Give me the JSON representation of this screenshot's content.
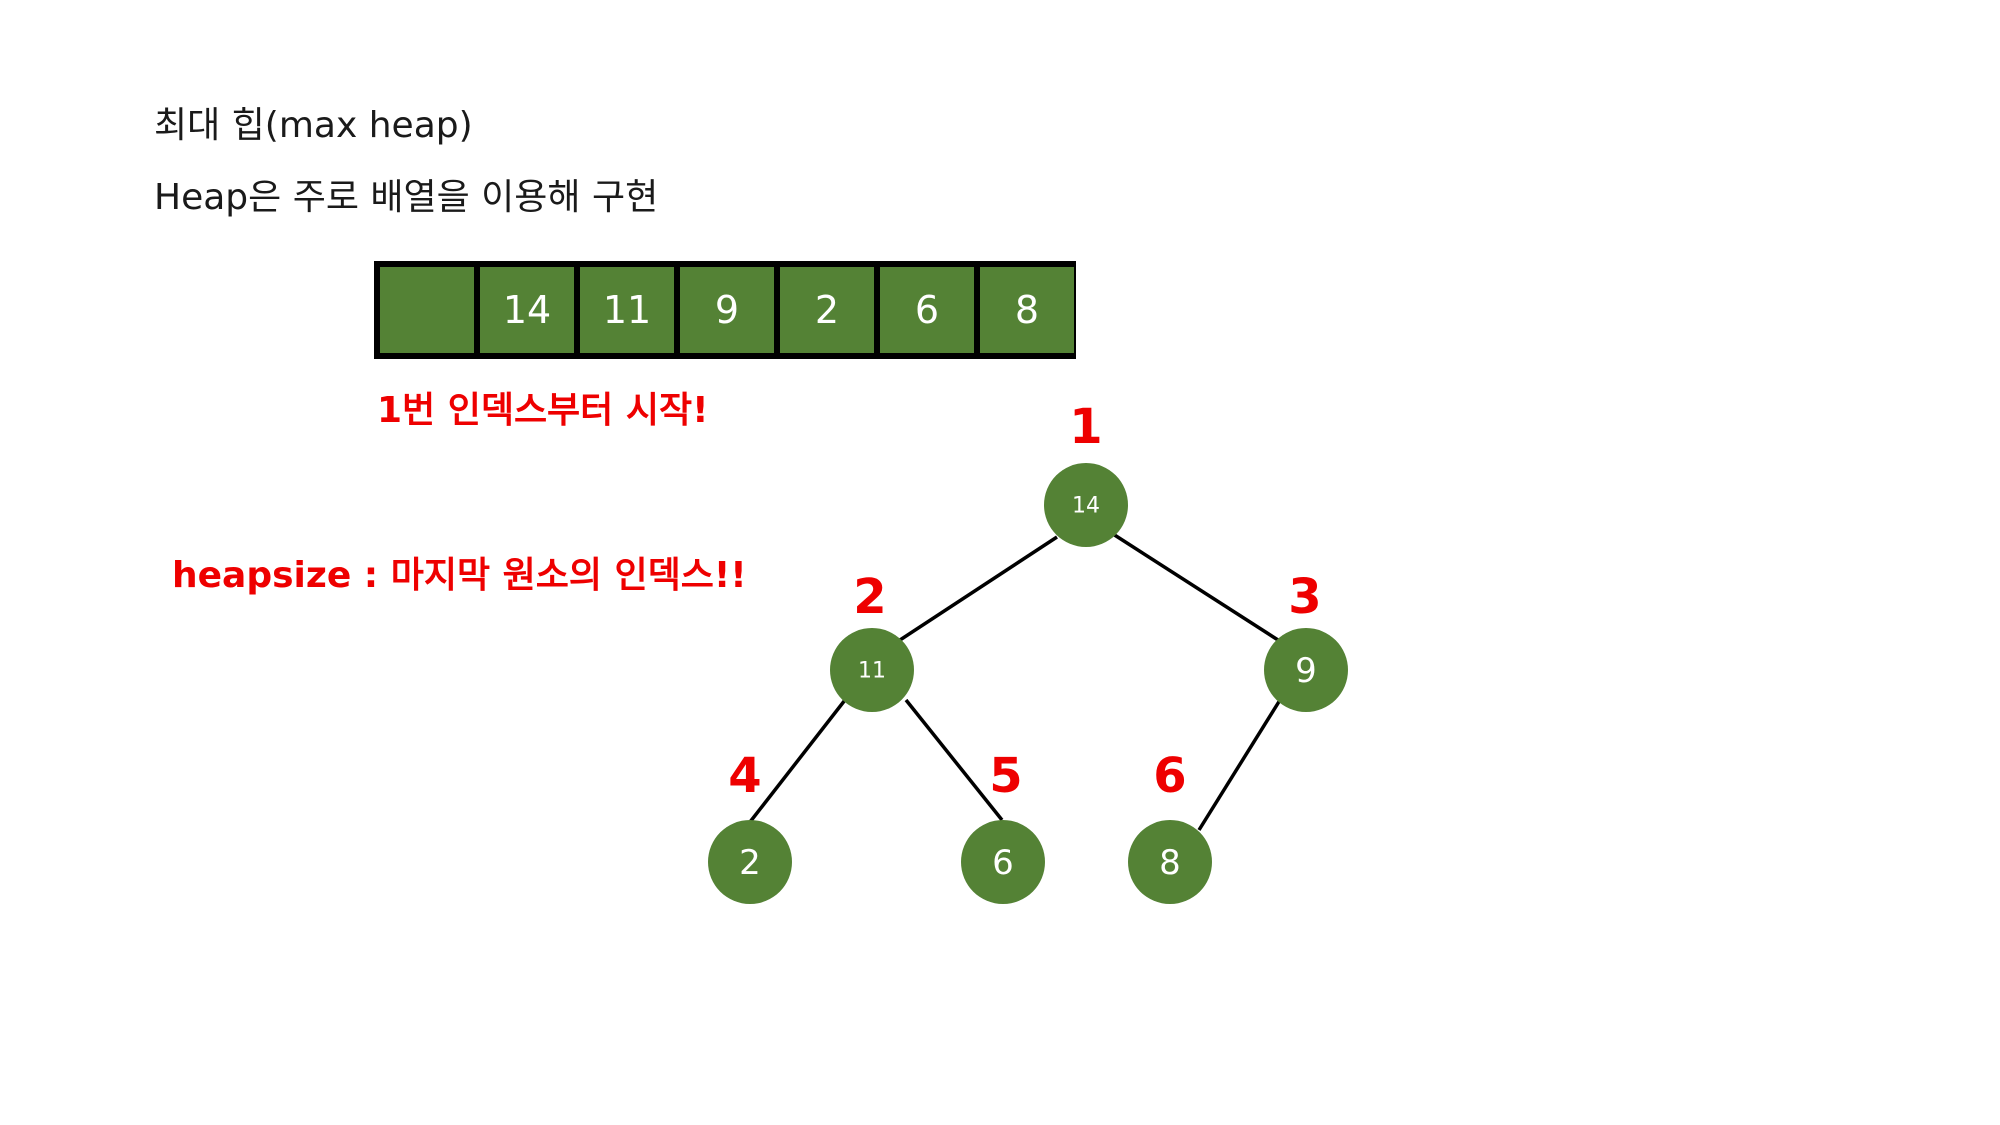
{
  "heading": {
    "line1": "최대 힙(max heap)",
    "line2": "Heap은 주로 배열을 이용해 구현"
  },
  "array": {
    "cells": [
      "",
      "14",
      "11",
      "9",
      "2",
      "6",
      "8"
    ]
  },
  "notes": {
    "start_index": "1번 인덱스부터 시작!",
    "heapsize": "heapsize : 마지막 원소의 인덱스!!"
  },
  "tree": {
    "nodes": [
      {
        "index": "1",
        "value": "14"
      },
      {
        "index": "2",
        "value": "11"
      },
      {
        "index": "3",
        "value": "9"
      },
      {
        "index": "4",
        "value": "2"
      },
      {
        "index": "5",
        "value": "6"
      },
      {
        "index": "6",
        "value": "8"
      }
    ]
  },
  "colors": {
    "node": "#548235",
    "index_label": "#ee0000",
    "note_text": "#ee0000"
  }
}
